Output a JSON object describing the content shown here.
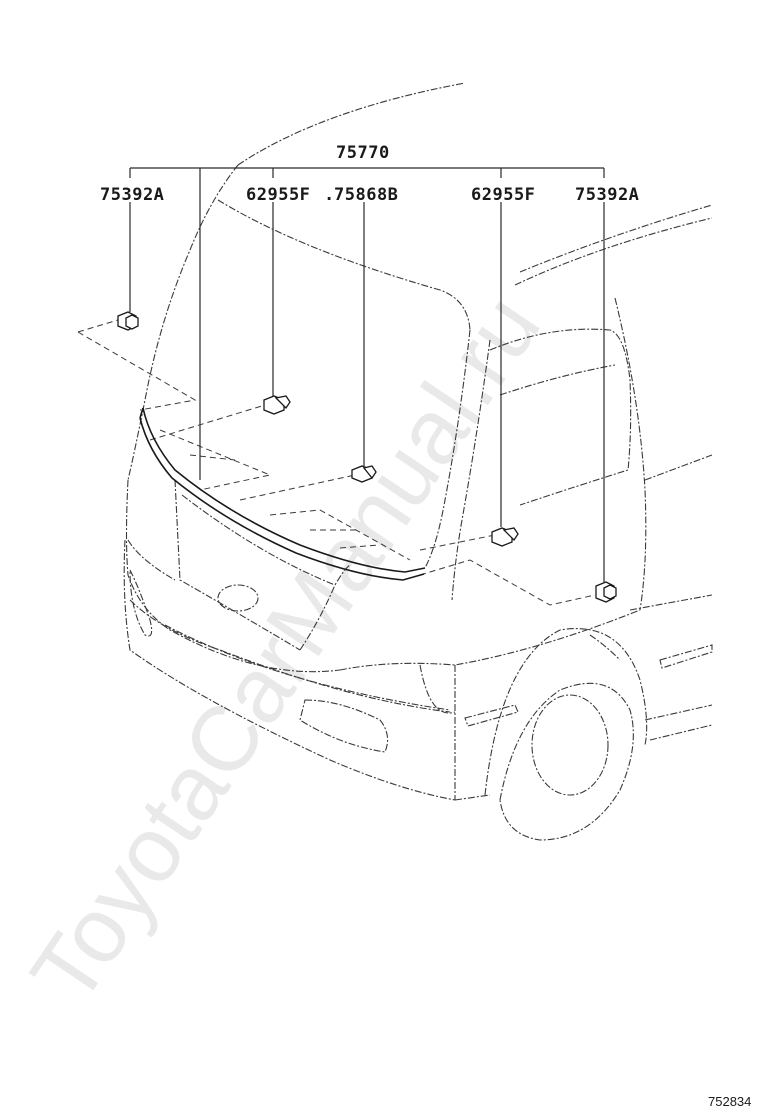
{
  "diagram": {
    "watermark": "ToyotaCarManual.ru",
    "diagram_id": "752834",
    "main_part": "75770",
    "parts": [
      {
        "label": "75392A"
      },
      {
        "label": "62955F"
      },
      {
        "label": "75868B"
      },
      {
        "label": "62955F"
      },
      {
        "label": "75392A"
      }
    ],
    "separator": "."
  },
  "colors": {
    "line": "#1a1a1a",
    "watermark": "#d8d8d8",
    "background": "#ffffff"
  }
}
